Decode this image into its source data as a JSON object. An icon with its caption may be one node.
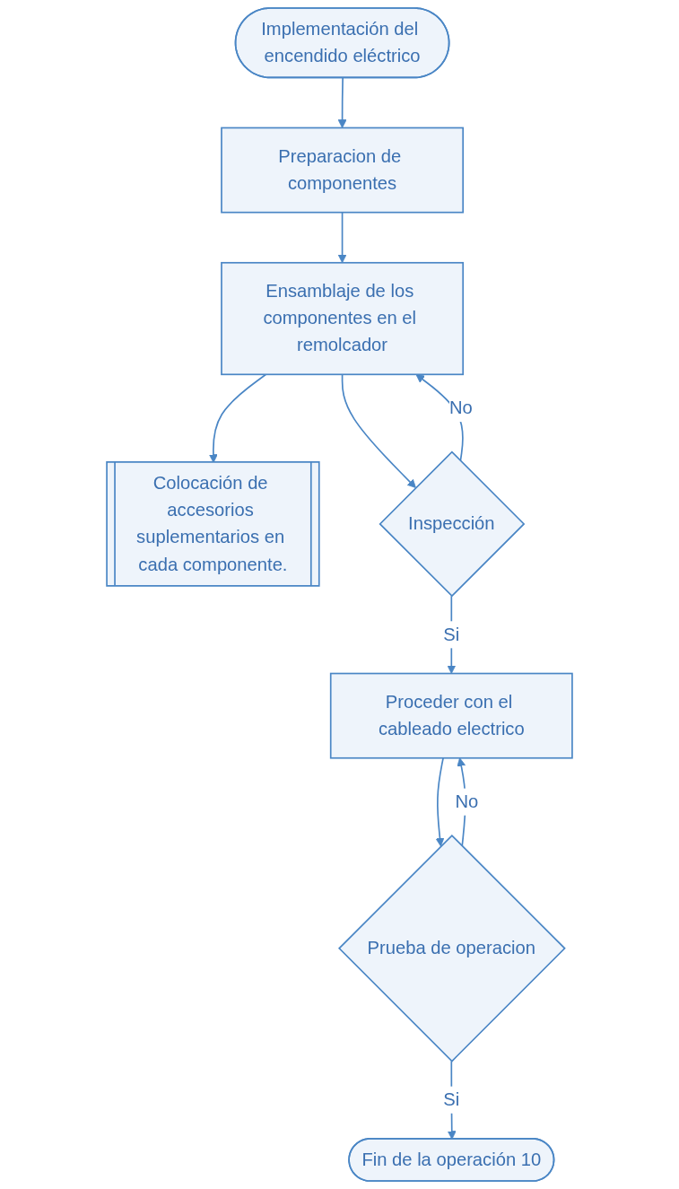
{
  "diagram": {
    "nodes": [
      {
        "text": [
          "Implementación del encendido eléctrico"
        ]
      },
      {
        "text": [
          "Preparacion de componentes"
        ]
      },
      {
        "text": [
          "Ensamblaje de los componentes en el remolcador"
        ]
      },
      {
        "text": [
          "Colocación de accesorios suplementarios en cada componente."
        ]
      },
      {
        "text": [
          "Inspección"
        ]
      },
      {
        "text": [
          "Proceder con el cableado electrico"
        ]
      },
      {
        "text": [
          "Prueba de operacion"
        ]
      },
      {
        "text": [
          "Fin de la operación 10"
        ]
      }
    ],
    "edges": [
      {
        "from": 0,
        "to": 1,
        "arrow": "to"
      },
      {
        "from": 1,
        "to": 2,
        "arrow": "to"
      },
      {
        "from": 2,
        "to": 3,
        "arrow": "to"
      },
      {
        "from": 2,
        "to": 4,
        "arrow": "to"
      },
      {
        "from": 4,
        "to": 2,
        "arrow": "to",
        "label": "No"
      },
      {
        "from": 4,
        "to": 5,
        "arrow": "to",
        "label": "Si"
      },
      {
        "from": 5,
        "to": 6,
        "arrow": "to"
      },
      {
        "from": 6,
        "to": 5,
        "arrow": "to",
        "label": "No"
      },
      {
        "from": 6,
        "to": 7,
        "arrow": "to",
        "label": "Si"
      }
    ]
  }
}
